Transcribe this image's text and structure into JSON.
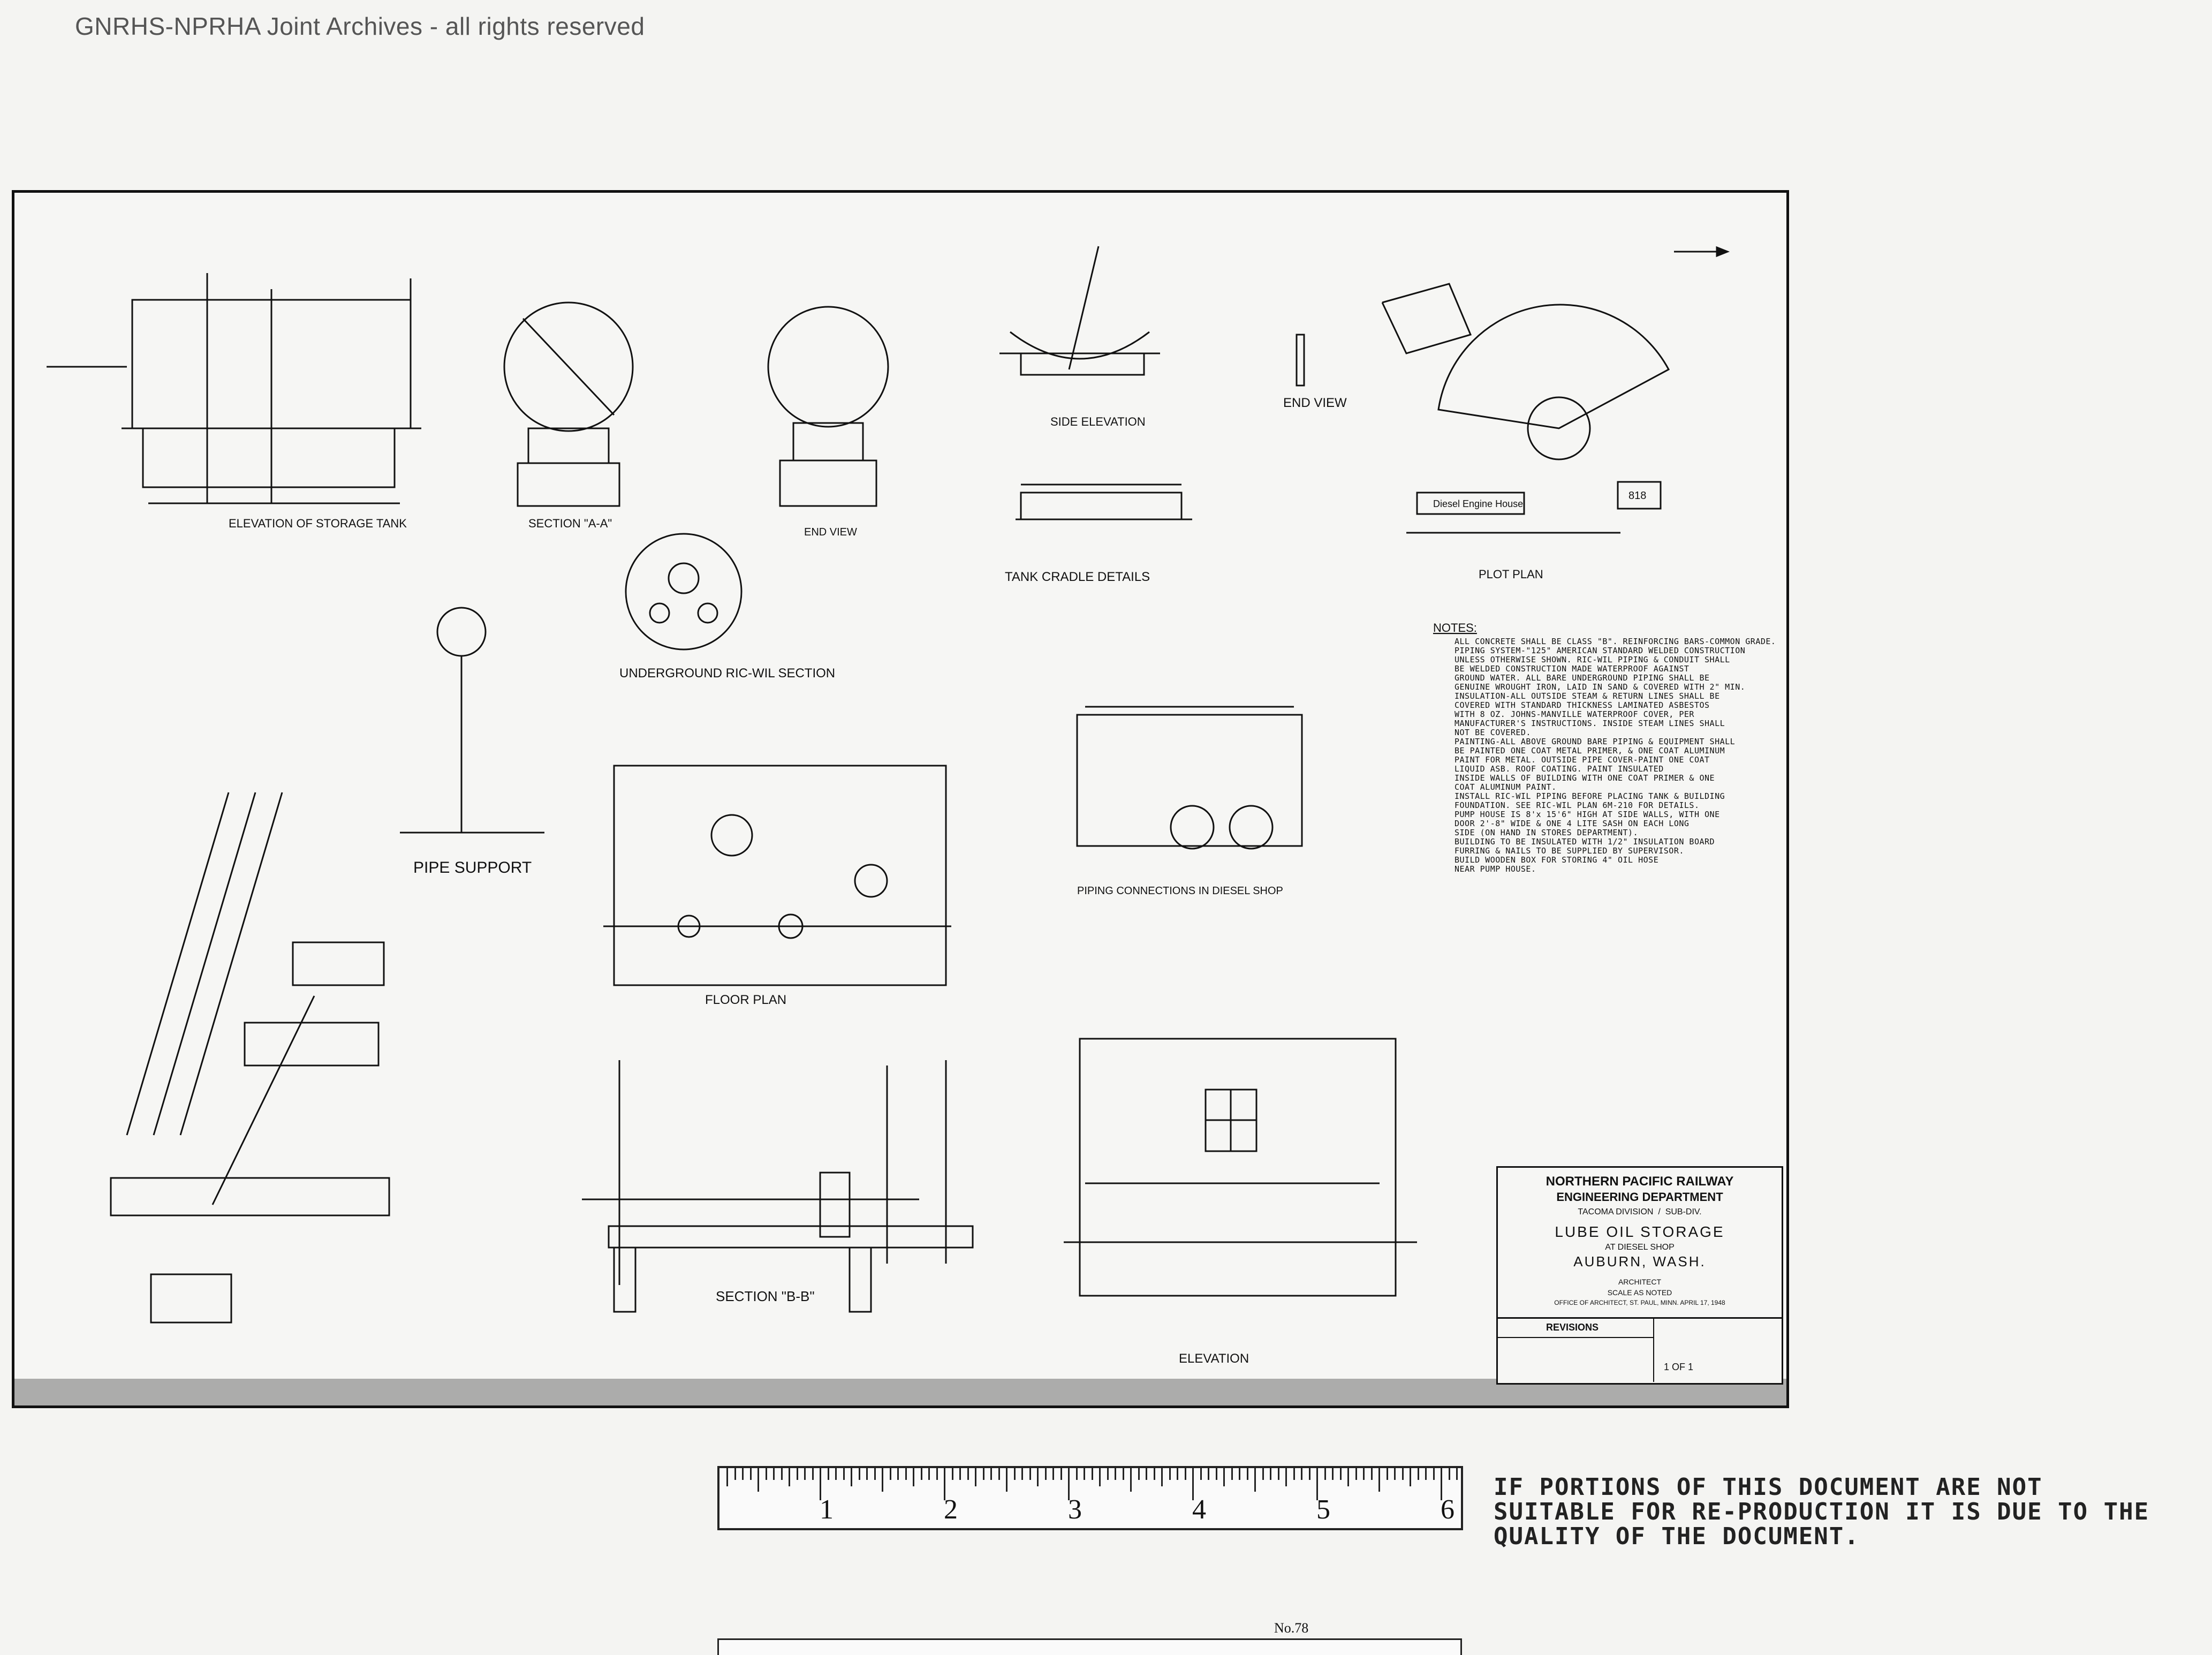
{
  "watermark": "GNRHS-NPRHA Joint Archives - all rights reserved",
  "views": {
    "elevation_storage_tank": "ELEVATION OF STORAGE TANK",
    "section_aa": "SECTION \"A-A\"",
    "end_view_small": "END VIEW",
    "side_elevation": "SIDE ELEVATION",
    "end_view": "END VIEW",
    "tank_cradle_details": "TANK CRADLE DETAILS",
    "plot_plan": "PLOT PLAN",
    "diesel_engine_house": "Diesel Engine House",
    "underground_ricwil": "UNDERGROUND RIC-WIL SECTION",
    "pipe_support": "PIPE SUPPORT",
    "floor_plan": "FLOOR PLAN",
    "piping_connections": "PIPING CONNECTIONS IN DIESEL SHOP",
    "section_bb": "SECTION \"B-B\"",
    "elevation": "ELEVATION",
    "building_number": "818"
  },
  "notes": {
    "heading": "NOTES:",
    "lines": [
      "ALL CONCRETE SHALL BE CLASS \"B\". REINFORCING BARS-COMMON GRADE.",
      "PIPING SYSTEM-\"125\" AMERICAN STANDARD WELDED CONSTRUCTION",
      "UNLESS OTHERWISE SHOWN. RIC-WIL PIPING & CONDUIT SHALL",
      "BE WELDED CONSTRUCTION MADE WATERPROOF AGAINST",
      "GROUND WATER. ALL BARE UNDERGROUND PIPING SHALL BE",
      "GENUINE WROUGHT IRON, LAID IN SAND & COVERED WITH 2\" MIN.",
      "INSULATION-ALL OUTSIDE STEAM & RETURN LINES SHALL BE",
      "COVERED WITH STANDARD THICKNESS LAMINATED ASBESTOS",
      "WITH 8 OZ. JOHNS-MANVILLE WATERPROOF COVER, PER",
      "MANUFACTURER'S INSTRUCTIONS. INSIDE STEAM LINES SHALL",
      "NOT BE COVERED.",
      "PAINTING-ALL ABOVE GROUND BARE PIPING & EQUIPMENT SHALL",
      "BE PAINTED ONE COAT METAL PRIMER, & ONE COAT ALUMINUM",
      "PAINT FOR METAL. OUTSIDE PIPE COVER-PAINT ONE COAT",
      "LIQUID ASB. ROOF COATING. PAINT INSULATED",
      "INSIDE WALLS OF BUILDING WITH ONE COAT PRIMER & ONE",
      "COAT ALUMINUM PAINT.",
      "INSTALL RIC-WIL PIPING BEFORE PLACING TANK & BUILDING",
      "FOUNDATION. SEE RIC-WIL PLAN 6M-210 FOR DETAILS.",
      "PUMP HOUSE IS 8'x 15'6\" HIGH AT SIDE WALLS, WITH ONE",
      "DOOR 2'-8\" WIDE & ONE 4 LITE SASH ON EACH LONG",
      "SIDE (ON HAND IN STORES DEPARTMENT).",
      "BUILDING TO BE INSULATED WITH 1/2\" INSULATION BOARD",
      "FURRING & NAILS TO BE SUPPLIED BY SUPERVISOR.",
      "BUILD WOODEN BOX FOR STORING 4\" OIL HOSE",
      "NEAR PUMP HOUSE."
    ]
  },
  "title_block": {
    "railway": "NORTHERN PACIFIC RAILWAY",
    "department": "ENGINEERING DEPARTMENT",
    "division": "TACOMA DIVISION",
    "subdiv": "SUB-DIV.",
    "title": "LUBE OIL STORAGE",
    "subtitle": "AT DIESEL SHOP",
    "location": "AUBURN, WASH.",
    "architect": "ARCHITECT",
    "scale": "SCALE AS NOTED",
    "office": "OFFICE OF ARCHITECT, ST. PAUL, MINN. APRIL 17, 1948",
    "revisions": "REVISIONS",
    "sheet_no": "1 OF 1"
  },
  "ruler": {
    "numbers": [
      "1",
      "2",
      "3",
      "4",
      "5",
      "6"
    ],
    "brand": "No.78"
  },
  "disclaimer": "IF PORTIONS OF THIS DOCUMENT ARE NOT SUITABLE FOR RE-PRODUCTION IT IS DUE TO THE QUALITY OF THE DOCUMENT.",
  "colors": {
    "ink": "#111111",
    "paper": "#f6f6f4"
  }
}
